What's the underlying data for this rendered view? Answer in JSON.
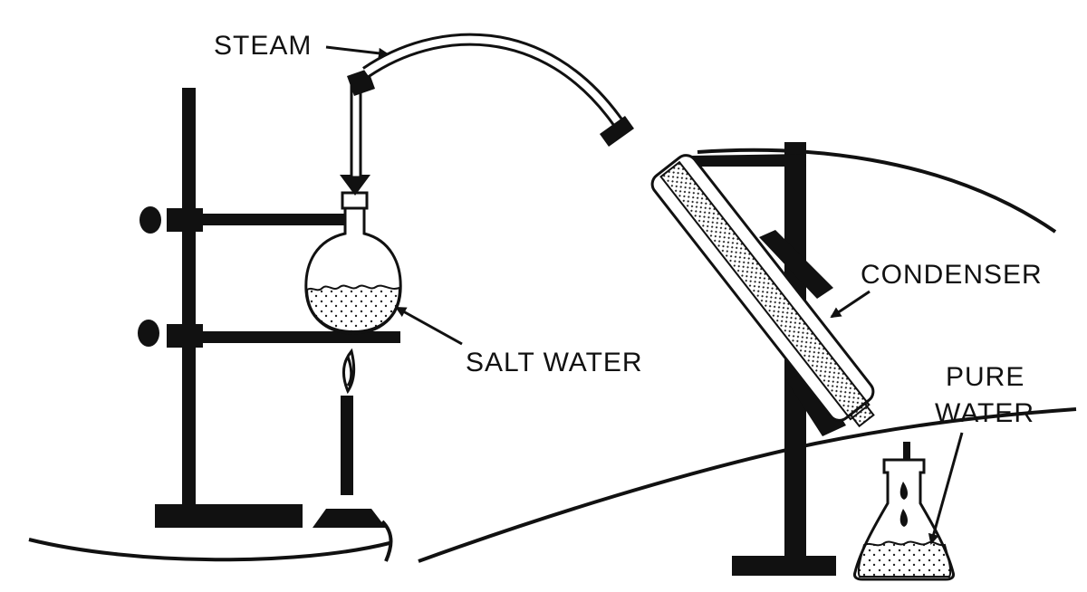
{
  "labels": {
    "steam": "STEAM",
    "condenser": "CONDENSER",
    "salt_water": "SALT WATER",
    "pure_water_line1": "PURE",
    "pure_water_line2": "WATER"
  },
  "colors": {
    "ink": "#111111",
    "background": "#ffffff",
    "dots": "#222222"
  }
}
